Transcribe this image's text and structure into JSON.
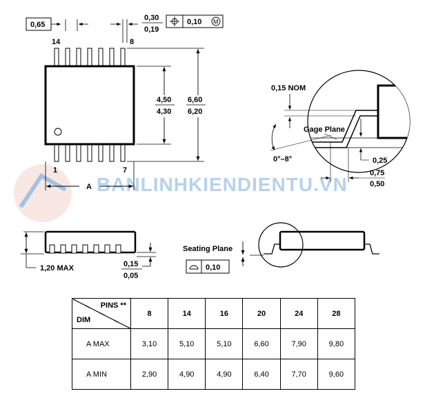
{
  "top_view": {
    "pitch": "0,65",
    "lead_width_max": "0,30",
    "lead_width_min": "0,19",
    "tolerance_value": "0,10",
    "tolerance_modifier": "M",
    "pin_14": "14",
    "pin_8": "8",
    "pin_1": "1",
    "pin_7": "7",
    "body_width_max": "4,50",
    "body_width_min": "4,30",
    "overall_width_max": "6,60",
    "overall_width_min": "6,20",
    "length_label": "A"
  },
  "detail_view": {
    "lead_thickness": "0,15 NOM",
    "gage_plane": "Gage Plane",
    "gage_height": "0,25",
    "angle_range": "0°–8°",
    "foot_length_max": "0,75",
    "foot_length_min": "0,50"
  },
  "side_view": {
    "height_max": "1,20 MAX",
    "standoff_max": "0,15",
    "standoff_min": "0,05",
    "seating_plane": "Seating Plane",
    "coplanarity": "0,10"
  },
  "watermark": "BANLINHKIENDIENTU.VN",
  "table": {
    "pins_header": "PINS **",
    "dim_header": "DIM",
    "pin_counts": [
      "8",
      "14",
      "16",
      "20",
      "24",
      "28"
    ],
    "rows": [
      {
        "label": "A  MAX",
        "values": [
          "3,10",
          "5,10",
          "5,10",
          "6,60",
          "7,90",
          "9,80"
        ]
      },
      {
        "label": "A  MIN",
        "values": [
          "2,90",
          "4,90",
          "4,90",
          "6,40",
          "7,70",
          "9,60"
        ]
      }
    ]
  }
}
